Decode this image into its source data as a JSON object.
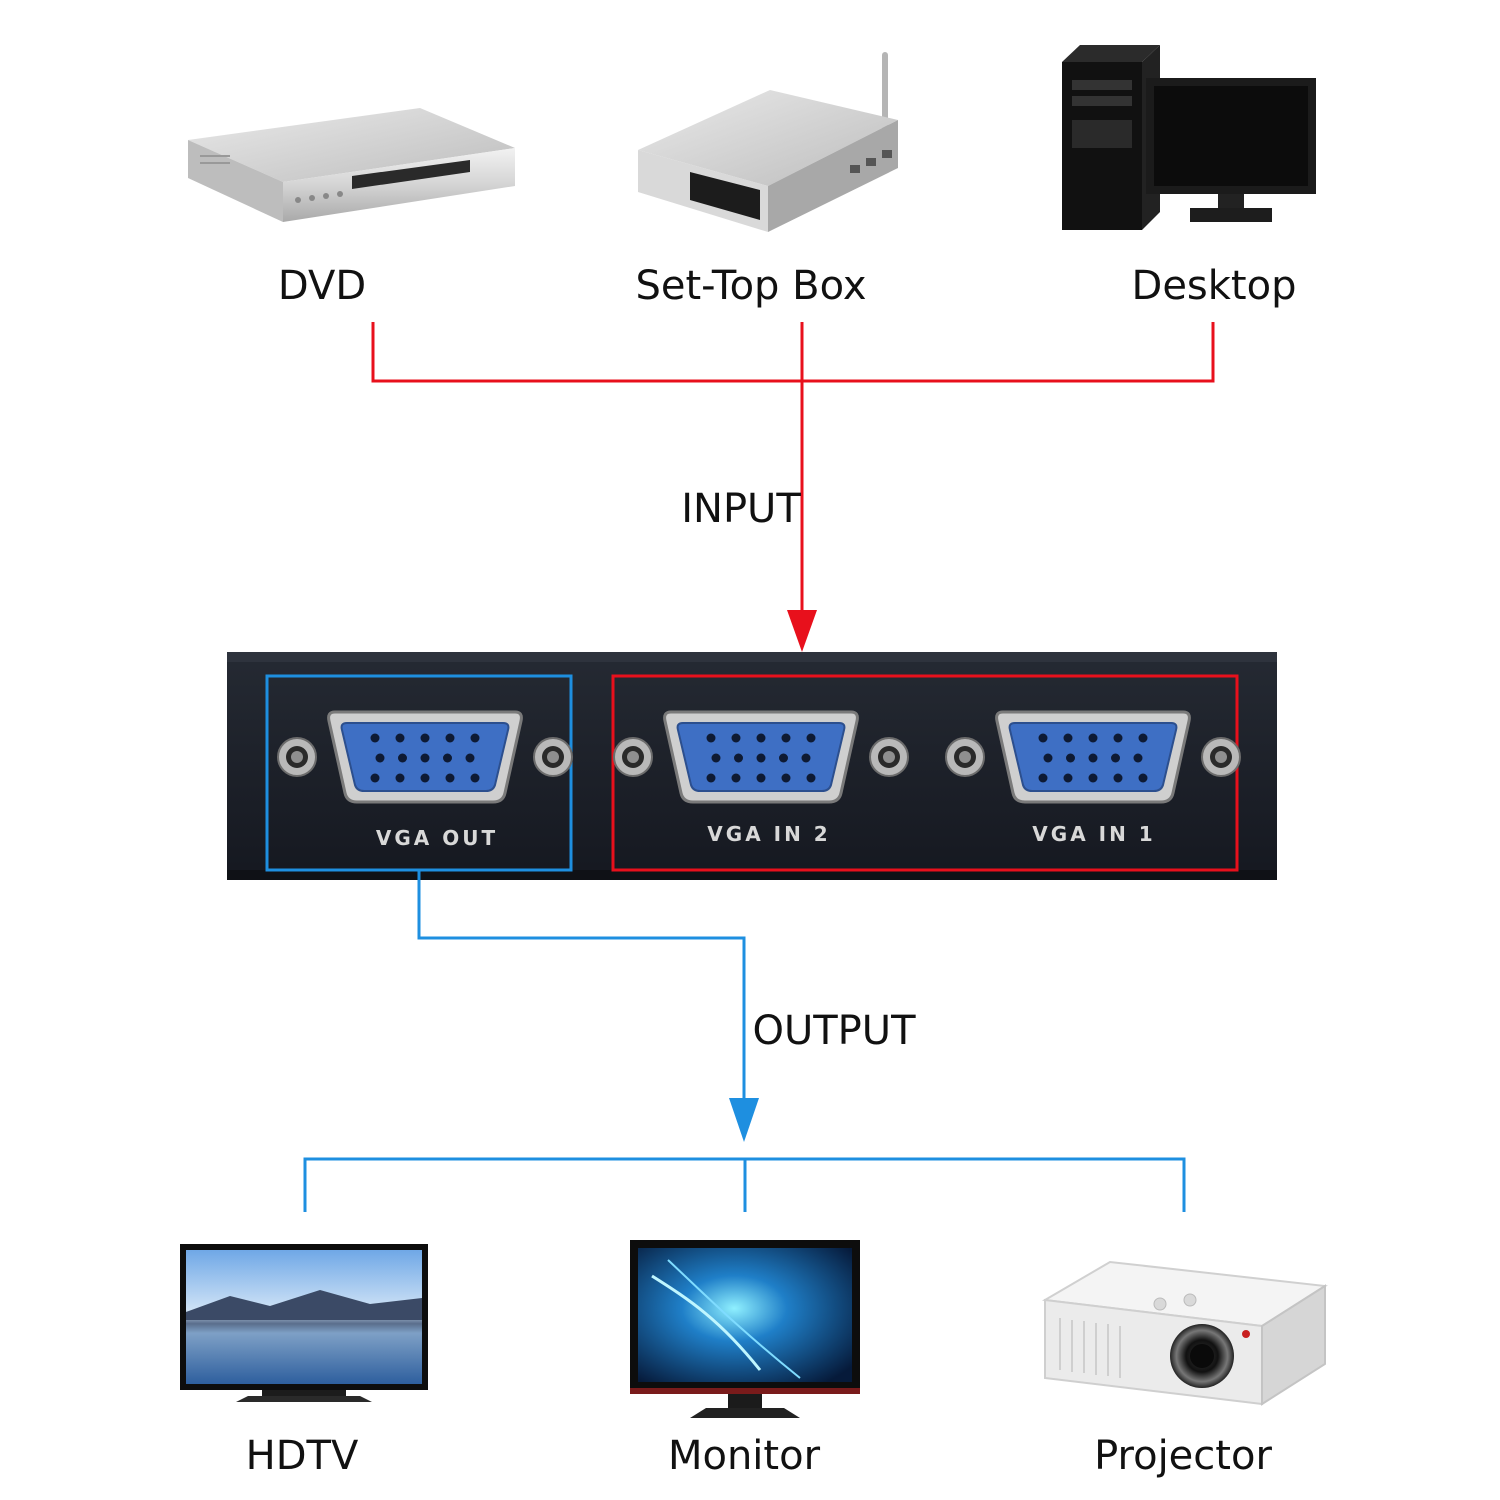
{
  "colors": {
    "input": "#e8101c",
    "output": "#1e8fe0",
    "chassis": "#1a1e26",
    "connector": "#3e6fc4"
  },
  "inputs": {
    "flow_label": "INPUT",
    "devices": [
      {
        "label": "DVD",
        "icon": "dvd-player-icon"
      },
      {
        "label": "Set-Top Box",
        "icon": "set-top-box-icon"
      },
      {
        "label": "Desktop",
        "icon": "desktop-computer-icon"
      }
    ]
  },
  "switch": {
    "ports": [
      {
        "label": "VGA OUT",
        "role": "output"
      },
      {
        "label": "VGA IN 2",
        "role": "input"
      },
      {
        "label": "VGA IN 1",
        "role": "input"
      }
    ]
  },
  "outputs": {
    "flow_label": "OUTPUT",
    "devices": [
      {
        "label": "HDTV",
        "icon": "hdtv-icon"
      },
      {
        "label": "Monitor",
        "icon": "monitor-icon"
      },
      {
        "label": "Projector",
        "icon": "projector-icon"
      }
    ]
  }
}
